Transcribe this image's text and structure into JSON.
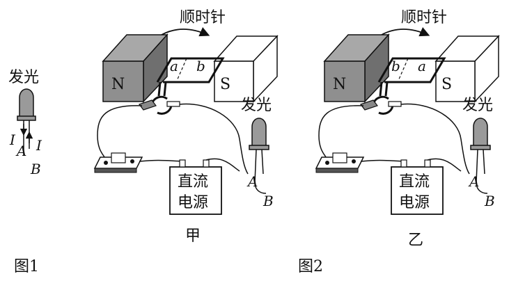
{
  "fig1": {
    "label_glow": "发光",
    "current_left": "I",
    "current_right": "I",
    "terminal_a": "A",
    "terminal_b": "B",
    "caption": "图1"
  },
  "fig2": {
    "panel_jia": {
      "rotation_label": "顺时针",
      "pole_n": "N",
      "pole_s": "S",
      "coil_a": "a",
      "coil_b": "b",
      "power_line1": "直流",
      "power_line2": "电源",
      "label_glow": "发光",
      "terminal_a": "A",
      "terminal_b": "B",
      "panel_label": "甲"
    },
    "panel_yi": {
      "rotation_label": "顺时针",
      "pole_n": "N",
      "pole_s": "S",
      "coil_b": "b",
      "coil_a": "a",
      "power_line1": "直流",
      "power_line2": "电源",
      "label_glow": "发光",
      "terminal_a": "A",
      "terminal_b": "B",
      "panel_label": "乙"
    },
    "caption": "图2"
  },
  "colors": {
    "magnet_n_front": "#8f8f8f",
    "magnet_n_top": "#a8a8a8",
    "magnet_n_side": "#6f6f6f",
    "led_body": "#9a9a9a",
    "line": "#111111"
  }
}
